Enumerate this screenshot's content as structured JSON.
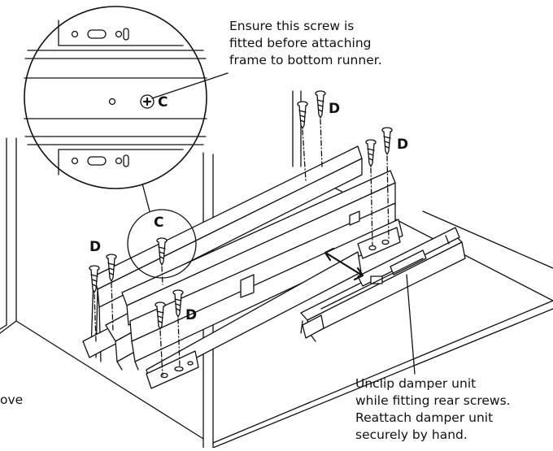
{
  "labels": {
    "d_top": "D",
    "d_right": "D",
    "d_left": "D",
    "d_bottom": "D",
    "c_detail": "C",
    "c_inset": "C"
  },
  "notes": {
    "top": [
      "Ensure this screw is",
      "fitted before attaching",
      "frame to bottom runner."
    ],
    "bottom": [
      "Unclip damper unit",
      "while fitting rear screws.",
      "Reattach damper unit",
      "securely by hand."
    ],
    "left_fragment": "ove"
  },
  "colors": {
    "ink": "#111111",
    "paper": "#ffffff"
  }
}
